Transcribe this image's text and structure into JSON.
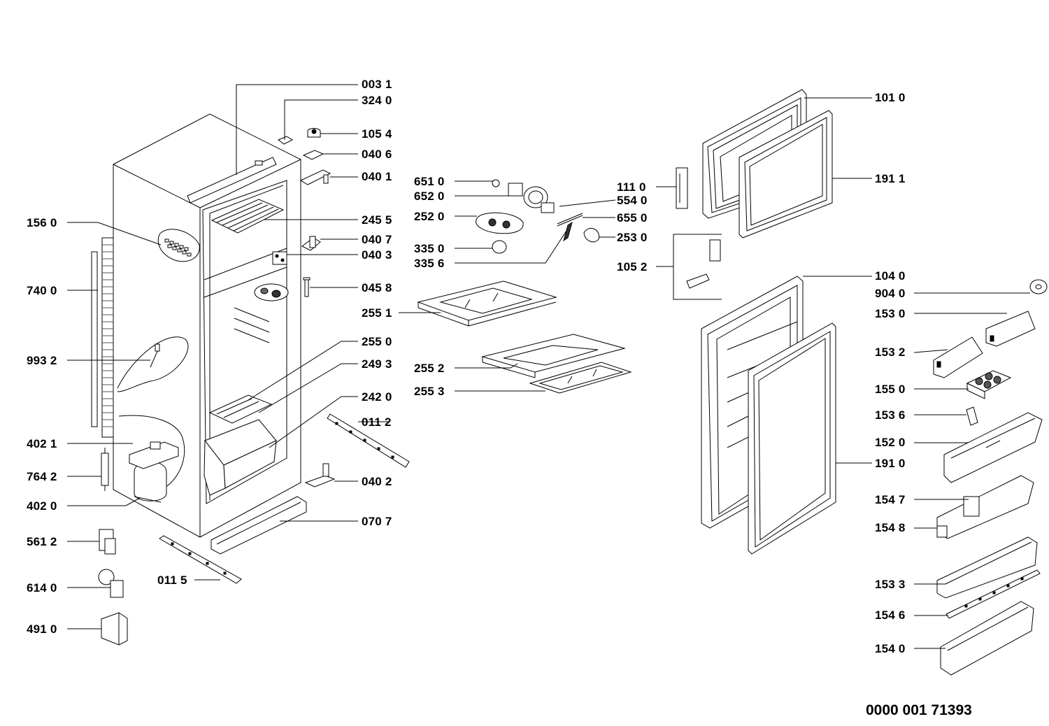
{
  "labels": {
    "l003_1": "003 1",
    "l324_0": "324 0",
    "l105_4": "105 4",
    "l040_6": "040 6",
    "l040_1": "040 1",
    "l245_5": "245 5",
    "l040_7": "040 7",
    "l040_3": "040 3",
    "l045_8": "045 8",
    "l255_0": "255 0",
    "l249_3": "249 3",
    "l242_0": "242 0",
    "l011_2": "011 2",
    "l040_2": "040 2",
    "l070_7": "070 7",
    "l011_5": "011 5",
    "l156_0": "156 0",
    "l740_0": "740 0",
    "l993_2": "993 2",
    "l402_1": "402 1",
    "l764_2": "764 2",
    "l402_0": "402 0",
    "l561_2": "561 2",
    "l614_0": "614 0",
    "l491_0": "491 0",
    "l651_0": "651 0",
    "l652_0": "652 0",
    "l252_0": "252 0",
    "l335_0": "335 0",
    "l335_6": "335 6",
    "l554_0": "554 0",
    "l655_0": "655 0",
    "l253_0": "253 0",
    "l255_1": "255 1",
    "l255_2": "255 2",
    "l255_3": "255 3",
    "l111_0": "111 0",
    "l105_2": "105 2",
    "l101_0": "101 0",
    "l191_1": "191 1",
    "l104_0": "104 0",
    "l904_0": "904 0",
    "l153_0": "153 0",
    "l153_2": "153 2",
    "l155_0": "155 0",
    "l153_6": "153 6",
    "l152_0": "152 0",
    "l191_0": "191 0",
    "l154_7": "154 7",
    "l154_8": "154 8",
    "l153_3": "153 3",
    "l154_6": "154 6",
    "l154_0": "154 0"
  },
  "drawing_number": "0000  001 71393"
}
